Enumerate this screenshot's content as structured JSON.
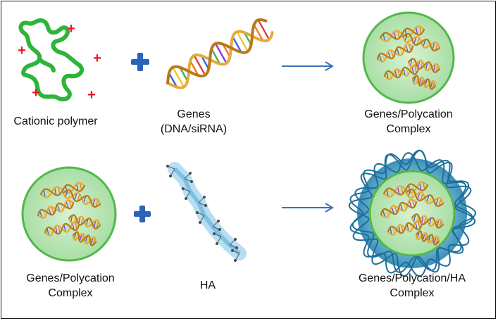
{
  "labels": {
    "cationic_polymer": "Cationic polymer",
    "genes_line1": "Genes",
    "genes_line2": "(DNA/siRNA)",
    "complex1_line1": "Genes/Polycation",
    "complex1_line2": "Complex",
    "complex2_line1": "Genes/Polycation",
    "complex2_line2": "Complex",
    "ha": "HA",
    "complex3_line1": "Genes/Polycation/HA",
    "complex3_line2": "Complex"
  },
  "symbols": {
    "charge": "+"
  },
  "colors": {
    "polymer_green": "#2db53a",
    "charge_red": "#e8161c",
    "plus_blue": "#2a63b8",
    "arrow_blue": "#3b6fc0",
    "sphere_fill": "#bfe8bd",
    "sphere_stroke": "#52b84a",
    "ha_fill": "#a9d8f0",
    "ha_shell": "#2a8aa8",
    "ha_mesh": "#1f6e9a",
    "helix_backbone": "#d79a2a"
  },
  "icons": [
    "cationic-polymer-icon",
    "plus-icon",
    "dna-helix-icon",
    "arrow-right-icon",
    "complex-sphere-icon",
    "ha-molecule-icon",
    "ha-coated-complex-icon"
  ]
}
